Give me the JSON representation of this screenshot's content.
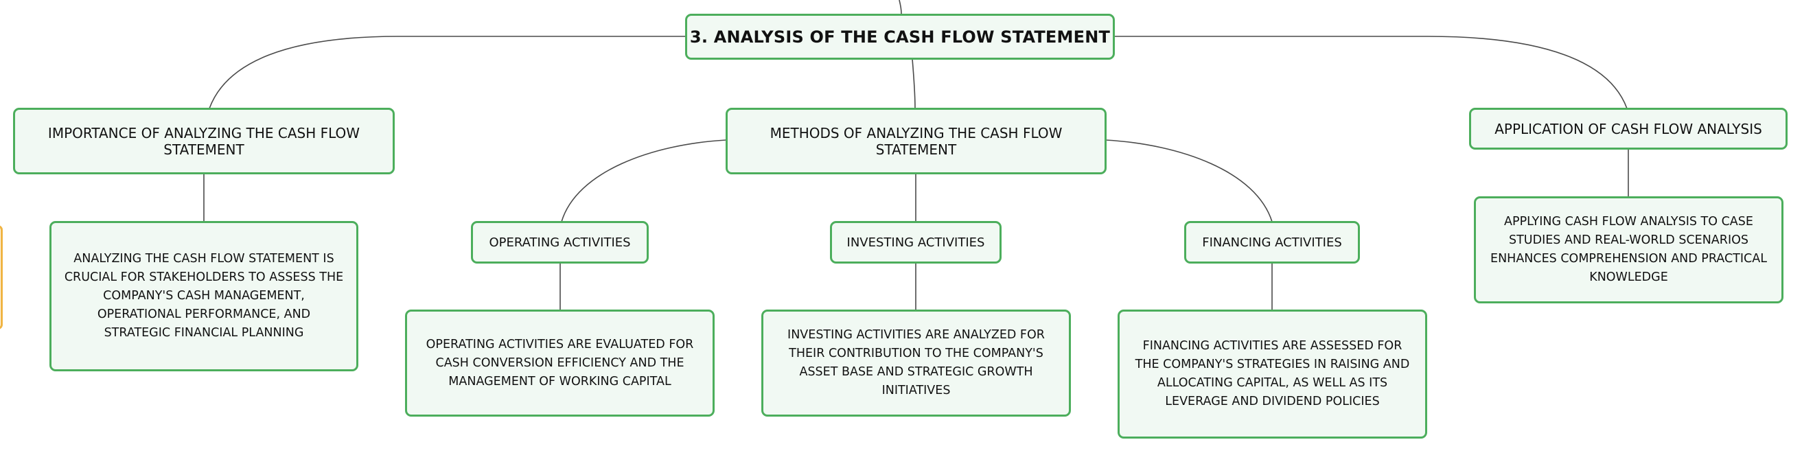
{
  "root": {
    "title": "3. ANALYSIS OF THE CASH FLOW STATEMENT"
  },
  "topics": [
    {
      "title": "IMPORTANCE OF ANALYZING THE CASH FLOW STATEMENT",
      "detail": "ANALYZING THE CASH FLOW STATEMENT IS CRUCIAL FOR STAKEHOLDERS TO ASSESS THE COMPANY'S CASH MANAGEMENT, OPERATIONAL PERFORMANCE, AND STRATEGIC FINANCIAL PLANNING"
    },
    {
      "title": "METHODS OF ANALYZING THE CASH FLOW STATEMENT",
      "subtopics": [
        {
          "title": "OPERATING ACTIVITIES",
          "detail": "OPERATING ACTIVITIES ARE EVALUATED FOR CASH CONVERSION EFFICIENCY AND THE MANAGEMENT OF WORKING CAPITAL"
        },
        {
          "title": "INVESTING ACTIVITIES",
          "detail": "INVESTING ACTIVITIES ARE ANALYZED FOR THEIR CONTRIBUTION TO THE COMPANY'S ASSET BASE AND STRATEGIC GROWTH INITIATIVES"
        },
        {
          "title": "FINANCING ACTIVITIES",
          "detail": "FINANCING ACTIVITIES ARE ASSESSED FOR THE COMPANY'S STRATEGIES IN RAISING AND ALLOCATING CAPITAL, AS WELL AS ITS LEVERAGE AND DIVIDEND POLICIES"
        }
      ]
    },
    {
      "title": "APPLICATION OF CASH FLOW ANALYSIS",
      "detail": "APPLYING CASH FLOW ANALYSIS TO CASE STUDIES AND REAL-WORLD SCENARIOS ENHANCES COMPREHENSION AND PRACTICAL KNOWLEDGE"
    }
  ],
  "colors": {
    "node_border": "#4cae5c",
    "node_fill": "#f1f9f3",
    "connector": "#4a4a4a",
    "offscreen_node_border": "#f0b443"
  }
}
